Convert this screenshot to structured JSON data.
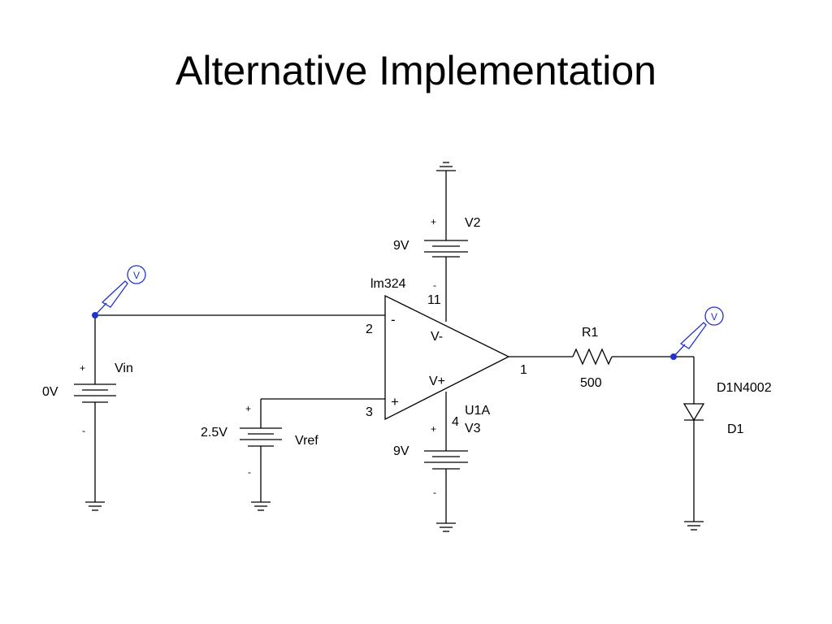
{
  "title": "Alternative Implementation",
  "probes": {
    "symbol": "V"
  },
  "opamp": {
    "part": "lm324",
    "ref": "U1A",
    "pin_inv": "2",
    "pin_noninv": "3",
    "pin_out": "1",
    "pin_vneg": "11",
    "pin_vpos": "4",
    "minus_sign": "-",
    "plus_sign": "+",
    "vneg_label": "V-",
    "vpos_label": "V+"
  },
  "sources": {
    "vin": {
      "name": "Vin",
      "value": "0V",
      "plus": "+",
      "minus": "-"
    },
    "vref": {
      "name": "Vref",
      "value": "2.5V",
      "plus": "+",
      "minus": "-"
    },
    "v2": {
      "name": "V2",
      "value": "9V",
      "plus": "+",
      "minus": "-"
    },
    "v3": {
      "name": "V3",
      "value": "9V",
      "plus": "+",
      "minus": "-"
    }
  },
  "resistor": {
    "name": "R1",
    "value": "500"
  },
  "diode": {
    "part": "D1N4002",
    "name": "D1"
  }
}
